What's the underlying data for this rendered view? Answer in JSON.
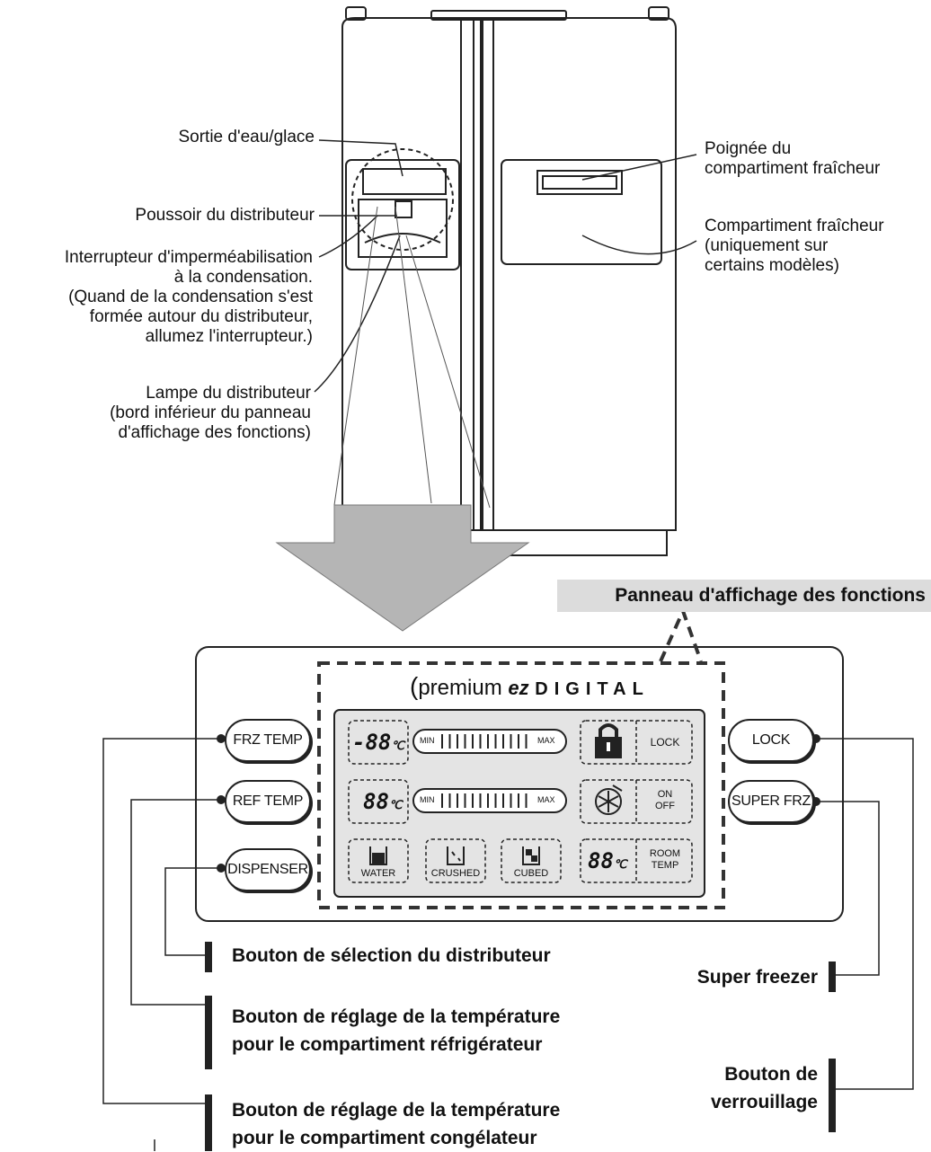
{
  "callouts": {
    "water_ice_outlet": "Sortie d'eau/glace",
    "dispenser_pad": "Poussoir du distributeur",
    "condensation_switch": [
      "Interrupteur d'imperméabilisation",
      "à la condensation.",
      "(Quand de la condensation s'est",
      "formée autour du distributeur,",
      "allumez l'interrupteur.)"
    ],
    "dispenser_lamp": [
      "Lampe du distributeur",
      "(bord inférieur du panneau",
      "d'affichage des fonctions)"
    ],
    "fresh_handle": [
      "Poignée du",
      "compartiment fraîcheur"
    ],
    "fresh_compartment": [
      "Compartiment fraîcheur",
      "(uniquement sur",
      "certains modèles)"
    ]
  },
  "panel_title": "Panneau d'affichage des fonctions",
  "display": {
    "brand_premium": "premium",
    "brand_ez": "ez",
    "brand_digital": "DIGITAL",
    "frz_temp": "-88",
    "ref_temp": "88",
    "room_temp": "88",
    "unit": "℃",
    "min": "MIN",
    "max": "MAX",
    "lock": "LOCK",
    "on": "ON",
    "off": "OFF",
    "room": "ROOM",
    "temp": "TEMP",
    "water": "WATER",
    "crushed": "CRUSHED",
    "cubed": "CUBED"
  },
  "buttons": {
    "frz_temp": "FRZ TEMP",
    "ref_temp": "REF TEMP",
    "dispenser": "DISPENSER",
    "lock": "LOCK",
    "super_frz": "SUPER FRZ"
  },
  "descriptions": {
    "dispenser_select": "Bouton de sélection du distributeur",
    "ref_temp": [
      "Bouton de réglage de la température",
      "pour le compartiment réfrigérateur"
    ],
    "frz_temp": [
      "Bouton de réglage de la température",
      "pour le compartiment congélateur"
    ],
    "super_freezer": "Super freezer",
    "lock": [
      "Bouton de",
      "verrouillage"
    ]
  }
}
